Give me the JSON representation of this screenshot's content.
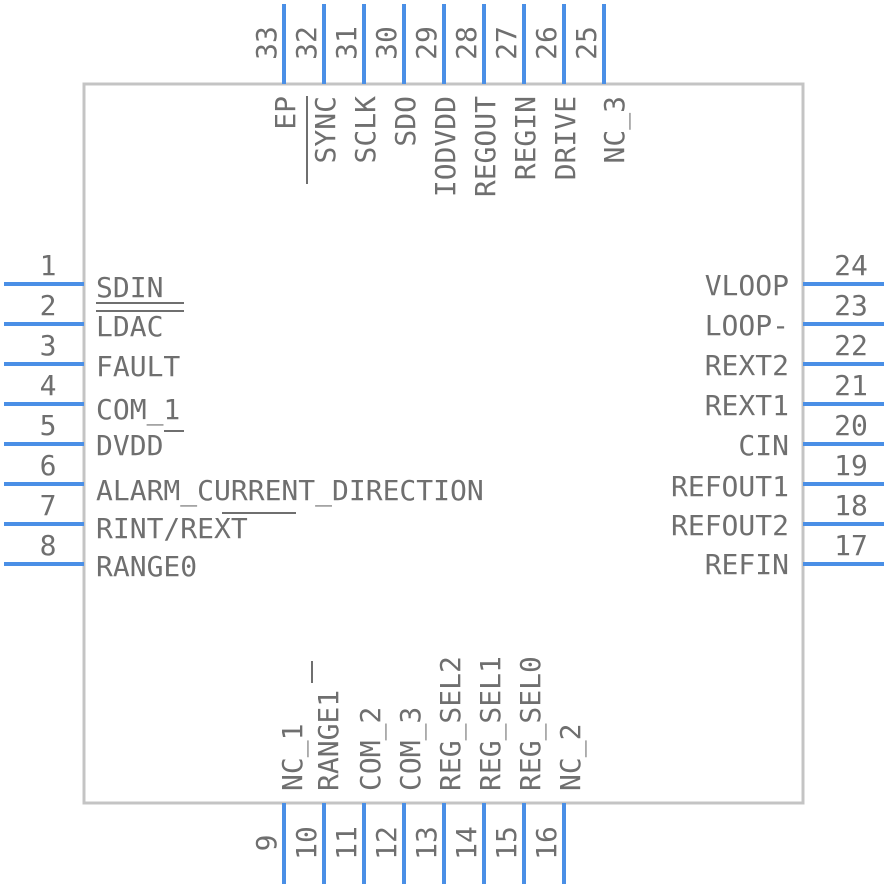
{
  "colors": {
    "pin": "#4a8fe6",
    "body_outline": "#c4c4c4",
    "text": "#6f6f6f",
    "background": "#ffffff"
  },
  "left_pins": [
    {
      "number": "1",
      "label": "SDIN"
    },
    {
      "number": "2",
      "label": "LDAC"
    },
    {
      "number": "3",
      "label": "FAULT"
    },
    {
      "number": "4",
      "label": "COM_1"
    },
    {
      "number": "5",
      "label": "DVDD"
    },
    {
      "number": "6",
      "label": "ALARM_CURRENT_DIRECTION"
    },
    {
      "number": "7",
      "label": "RINT/REXT"
    },
    {
      "number": "8",
      "label": "RANGE0"
    }
  ],
  "bottom_pins": [
    {
      "number": "9",
      "label": "NC_1"
    },
    {
      "number": "10",
      "label": "RANGE1"
    },
    {
      "number": "11",
      "label": "COM_2"
    },
    {
      "number": "12",
      "label": "COM_3"
    },
    {
      "number": "13",
      "label": "REG_SEL2"
    },
    {
      "number": "14",
      "label": "REG_SEL1"
    },
    {
      "number": "15",
      "label": "REG_SEL0"
    },
    {
      "number": "16",
      "label": "NC_2"
    }
  ],
  "right_pins": [
    {
      "number": "17",
      "label": "REFIN"
    },
    {
      "number": "18",
      "label": "REFOUT2"
    },
    {
      "number": "19",
      "label": "REFOUT1"
    },
    {
      "number": "20",
      "label": "CIN"
    },
    {
      "number": "21",
      "label": "REXT1"
    },
    {
      "number": "22",
      "label": "REXT2"
    },
    {
      "number": "23",
      "label": "LOOP-"
    },
    {
      "number": "24",
      "label": "VLOOP"
    }
  ],
  "top_pins": [
    {
      "number": "25",
      "label": "NC_3"
    },
    {
      "number": "26",
      "label": "DRIVE"
    },
    {
      "number": "27",
      "label": "REGIN"
    },
    {
      "number": "28",
      "label": "REGOUT"
    },
    {
      "number": "29",
      "label": "IODVDD"
    },
    {
      "number": "30",
      "label": "SDO"
    },
    {
      "number": "31",
      "label": "SCLK"
    },
    {
      "number": "32",
      "label": "SYNC"
    },
    {
      "number": "33",
      "label": "EP"
    }
  ]
}
